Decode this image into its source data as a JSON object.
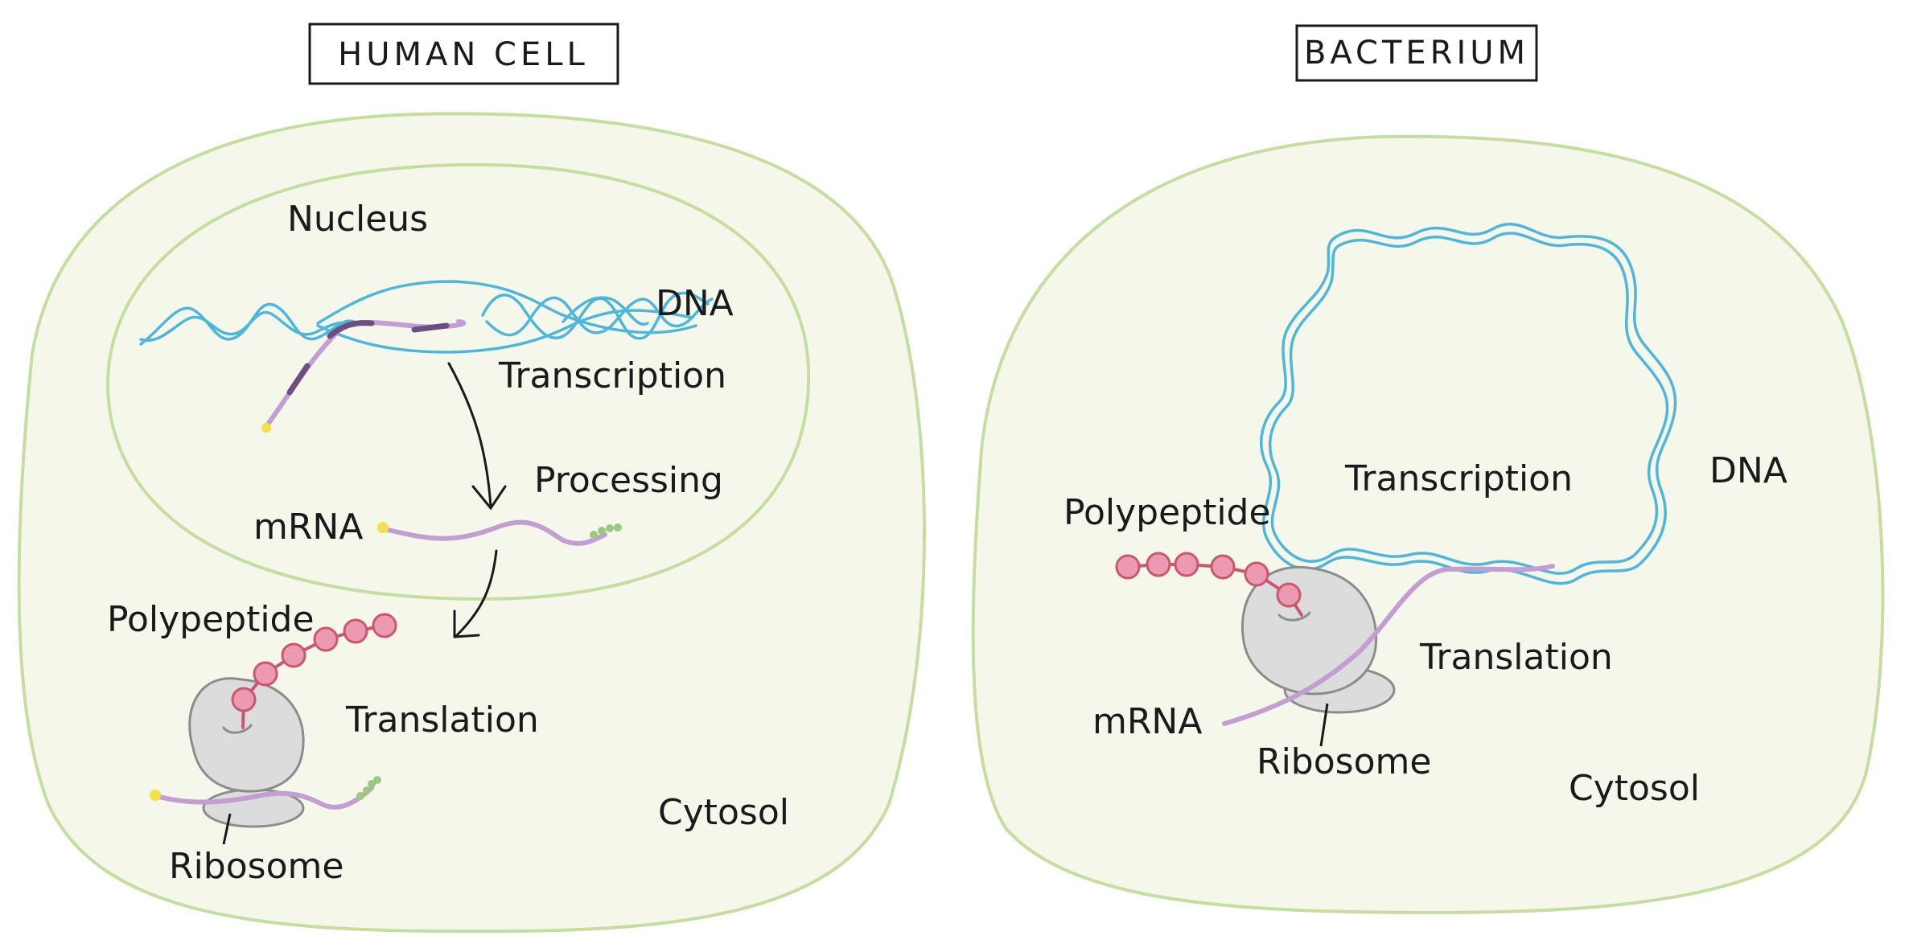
{
  "human_cell": {
    "title": "HUMAN CELL",
    "labels": {
      "nucleus": "Nucleus",
      "dna": "DNA",
      "transcription": "Transcription",
      "processing": "Processing",
      "mrna": "mRNA",
      "polypeptide": "Polypeptide",
      "translation": "Translation",
      "ribosome": "Ribosome",
      "cytosol": "Cytosol"
    }
  },
  "bacterium": {
    "title": "BACTERIUM",
    "labels": {
      "transcription": "Transcription",
      "dna": "DNA",
      "polypeptide": "Polypeptide",
      "translation": "Translation",
      "mrna": "mRNA",
      "ribosome": "Ribosome",
      "cytosol": "Cytosol"
    }
  },
  "colors": {
    "cell_fill": "#f4f7ea",
    "cell_border": "#c5dea0",
    "dna": "#4eb7d9",
    "mrna": "#c29ed3",
    "intron": "#6d4e82",
    "cap": "#f3e04a",
    "tail": "#9bc97f",
    "amino_acid_fill": "#ec9ab2",
    "amino_acid_stroke": "#c9576f",
    "ribosome_fill": "#dcdcdc",
    "ribosome_stroke": "#8c8c8c",
    "ink": "#1a1a1a"
  }
}
